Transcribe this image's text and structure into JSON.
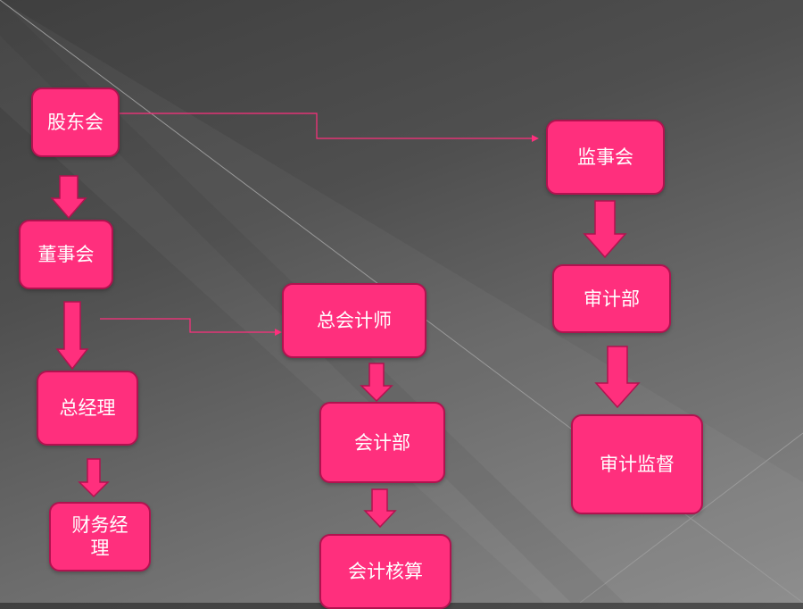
{
  "nodes": {
    "shareholders": "股东会",
    "board": "董事会",
    "general_manager": "总经理",
    "finance_manager": "财务经\n理",
    "chief_accountant": "总会计师",
    "accounting_dept": "会计部",
    "accounting": "会计核算",
    "supervisory_board": "监事会",
    "audit_dept": "审计部",
    "audit_supervision": "审计监督"
  },
  "colors": {
    "node_fill": "#ff2f7d",
    "node_border": "#b1124f",
    "arrow_fill": "#ff2f7d",
    "connector_line": "#ff2f7d",
    "background": "#4a4a4a"
  }
}
